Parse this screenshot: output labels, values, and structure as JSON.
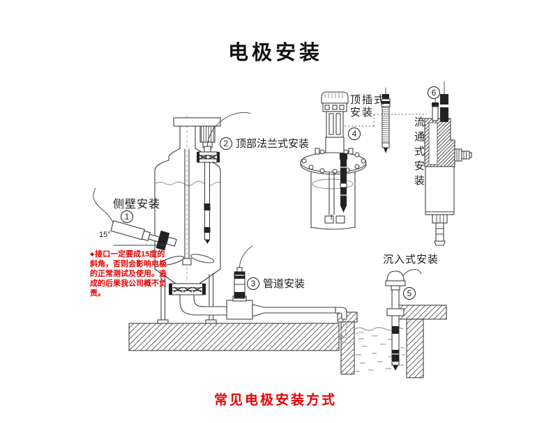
{
  "page": {
    "title": "电极安装",
    "caption": "常见电极安装方式"
  },
  "colors": {
    "text": "#1c1c1c",
    "accent_red": "#e60000",
    "line": "#3f3f3f"
  },
  "methods": [
    {
      "number": "1",
      "label": "侧壁安装"
    },
    {
      "number": "2",
      "label": "顶部法兰式安装"
    },
    {
      "number": "3",
      "label": "管道安装"
    },
    {
      "number": "4",
      "label": "顶插式安装",
      "line1": "顶插式",
      "line2": "安装"
    },
    {
      "number": "5",
      "label": "沉入式安装"
    },
    {
      "number": "6",
      "label": "流通式安装"
    }
  ],
  "annotations": {
    "angle": "15°",
    "warning_bullet": "◆",
    "warning_text": "接口一定要成15度的斜角，否则会影响电极的正常测试及使用。造成的后果我公司概不负责。"
  }
}
